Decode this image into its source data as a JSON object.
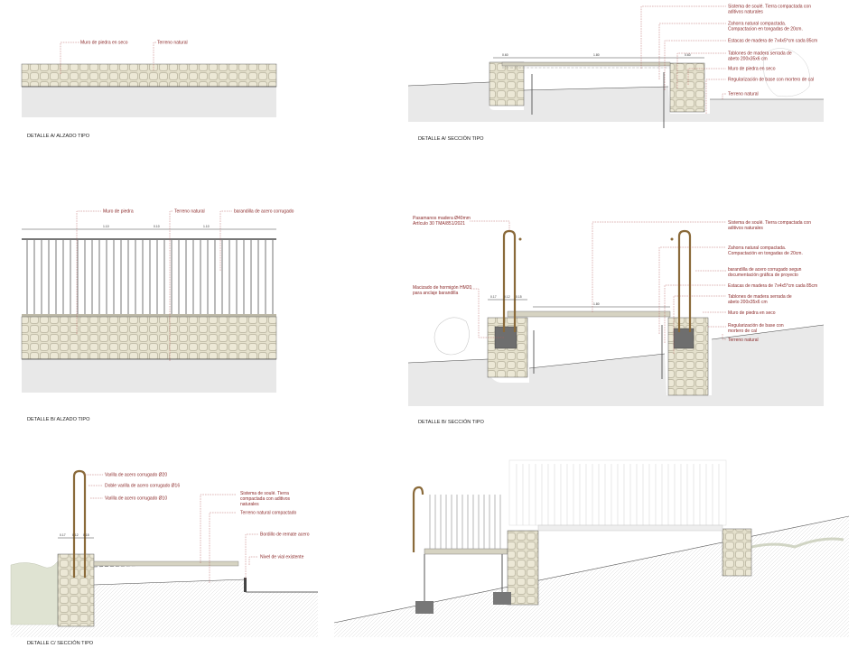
{
  "panels": {
    "a_alzado": {
      "title": "DETALLE A/ ALZADO TIPO",
      "labels": [
        "Muro de piedra en seco",
        "Terreno natural"
      ]
    },
    "a_seccion": {
      "title": "DETALLE A/ SECCIÓN TIPO",
      "labels": [
        "Sistema de soulé. Tierra compactada con",
        "aditivos naturales",
        "Zahorra natural compactada.",
        "Compactacion en tongadas de 20cm.",
        "Estacas de madera de 7x4x5*cm cada 85cm",
        "Tablones de madera serrada de",
        "abeto 200x35x6 cm",
        "Muro de piedra en seco",
        "Regularización de base con mortero de cal",
        "Terreno natural"
      ],
      "dims": [
        "0.60",
        "1.80",
        "0.60"
      ]
    },
    "b_alzado": {
      "title": "DETALLE B/ ALZADO TIPO",
      "labels": [
        "Muro de piedra",
        "Terreno natural",
        "barandilla de acero corrugado"
      ],
      "dims": [
        "1.10",
        "0.10",
        "1.10"
      ]
    },
    "b_seccion": {
      "title": "DETALLE B/ SECCIÓN TIPO",
      "labels_left": [
        "Pasamanos madera Ø40mm",
        "Artículo 30 TMA/851/2021",
        "Macizado de hormigón HM20",
        "para anclaje barandilla"
      ],
      "labels_right": [
        "Sistema de soulé. Tierra compactada con",
        "aditivos naturales",
        "Zahorra natural compactada.",
        "Compactación en tongadas de 20cm.",
        "barandilla de acero corrugado segun",
        "documentación gráfica de proyecto",
        "Estacas de madera de 7x4x5*cm cada 85cm",
        "Tablones de madera serrada de",
        "abeto 200x35x6 cm",
        "Muro de piedra en seco",
        "Regularización de base con",
        "mortero de cal",
        "Terreno natural"
      ],
      "dims": [
        "0.17",
        "0.12",
        "0.15",
        "1.80"
      ]
    },
    "c_seccion": {
      "title": "DETALLE C/ SECCIÓN TIPO",
      "labels_left": [
        "Varilla de acero corrugado Ø20",
        "Doble varilla de acero corrugado Ø16",
        "Varilla de acero corrugado Ø10"
      ],
      "labels_right": [
        "Sistema de soulé. Tierra",
        "compactada con aditivos",
        "naturales",
        "Terreno natural compactado",
        "Bordillo de remate acero",
        "Nivel de vial existente"
      ],
      "dims": [
        "0.17",
        "0.12",
        "0.15"
      ]
    }
  },
  "colors": {
    "label": "#8b2a2a",
    "leader": "#b45a5a",
    "stone_fill": "#dcd8c4",
    "rod": "#8a6a3a",
    "ground": "#e6e6e6"
  }
}
